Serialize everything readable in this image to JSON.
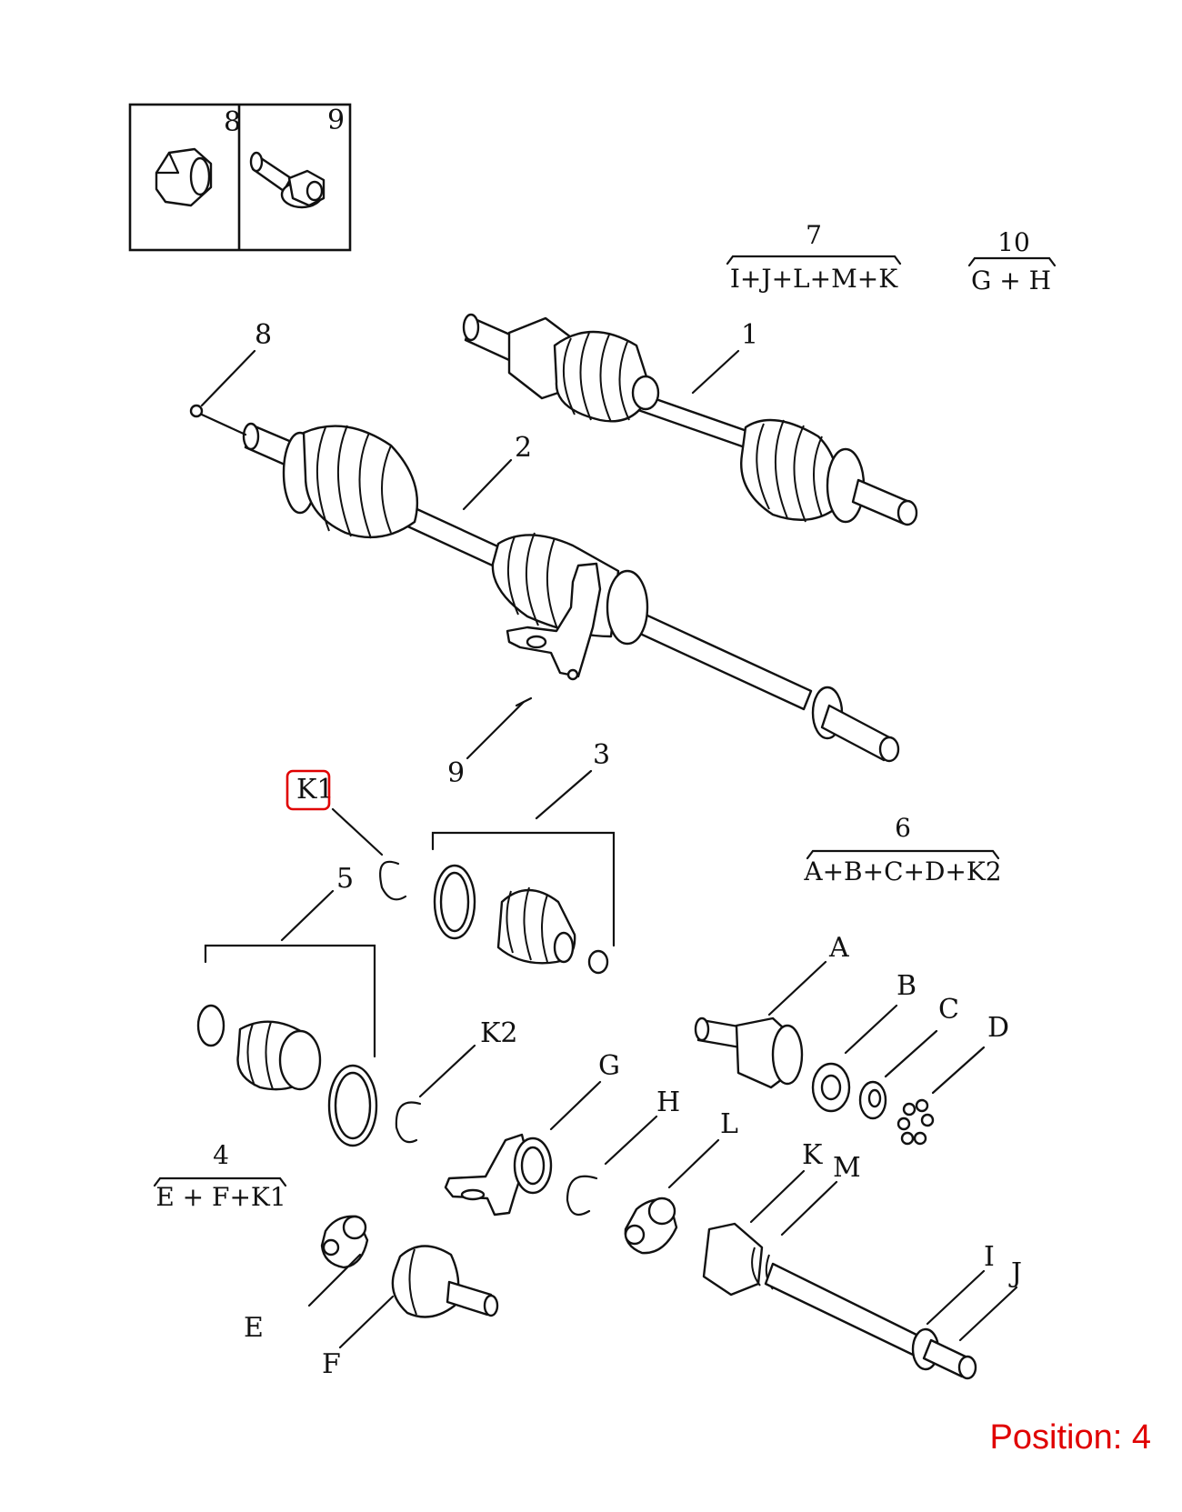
{
  "inset_labels": [
    "8",
    "9"
  ],
  "callouts": {
    "n1": "1",
    "n2": "2",
    "n3": "3",
    "n5": "5",
    "n8": "8",
    "n9": "9",
    "K1": "K1",
    "K2": "K2",
    "A": "A",
    "B": "B",
    "C": "C",
    "D": "D",
    "E": "E",
    "F": "F",
    "G": "G",
    "H": "H",
    "I": "I",
    "J": "J",
    "K": "K",
    "L": "L",
    "M": "M"
  },
  "kits": {
    "kit7": {
      "number": "7",
      "contents": "I+J+L+M+K"
    },
    "kit10": {
      "number": "10",
      "contents": "G + H"
    },
    "kit6": {
      "number": "6",
      "contents": "A+B+C+D+K2"
    },
    "kit4": {
      "number": "4",
      "contents": "E + F+K1"
    }
  },
  "highlight": {
    "target": "K1",
    "color": "#e00000"
  },
  "position_label": "Position: 4"
}
